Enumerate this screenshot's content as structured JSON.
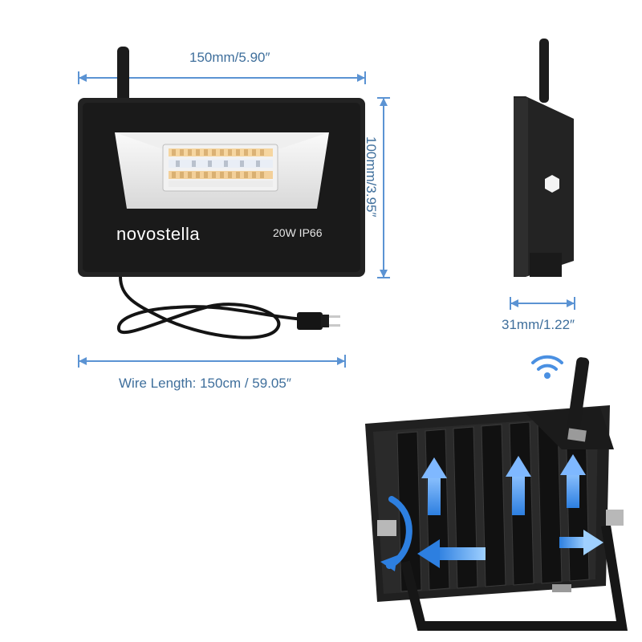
{
  "dimensions": {
    "width_label": "150mm/5.90″",
    "height_label": "100mm/3.95″",
    "depth_label": "31mm/1.22″",
    "wire_label": "Wire Length: 150cm / 59.05″"
  },
  "product": {
    "brand": "novostella",
    "spec": "20W IP66"
  },
  "icons": {
    "wifi": "wifi-icon",
    "airflow": "airflow-arrow-icon"
  },
  "colors": {
    "dimension_line": "#5b93d3",
    "dimension_text": "#3f6f9c",
    "housing": "#222222",
    "arrow": "#4a90e2"
  }
}
